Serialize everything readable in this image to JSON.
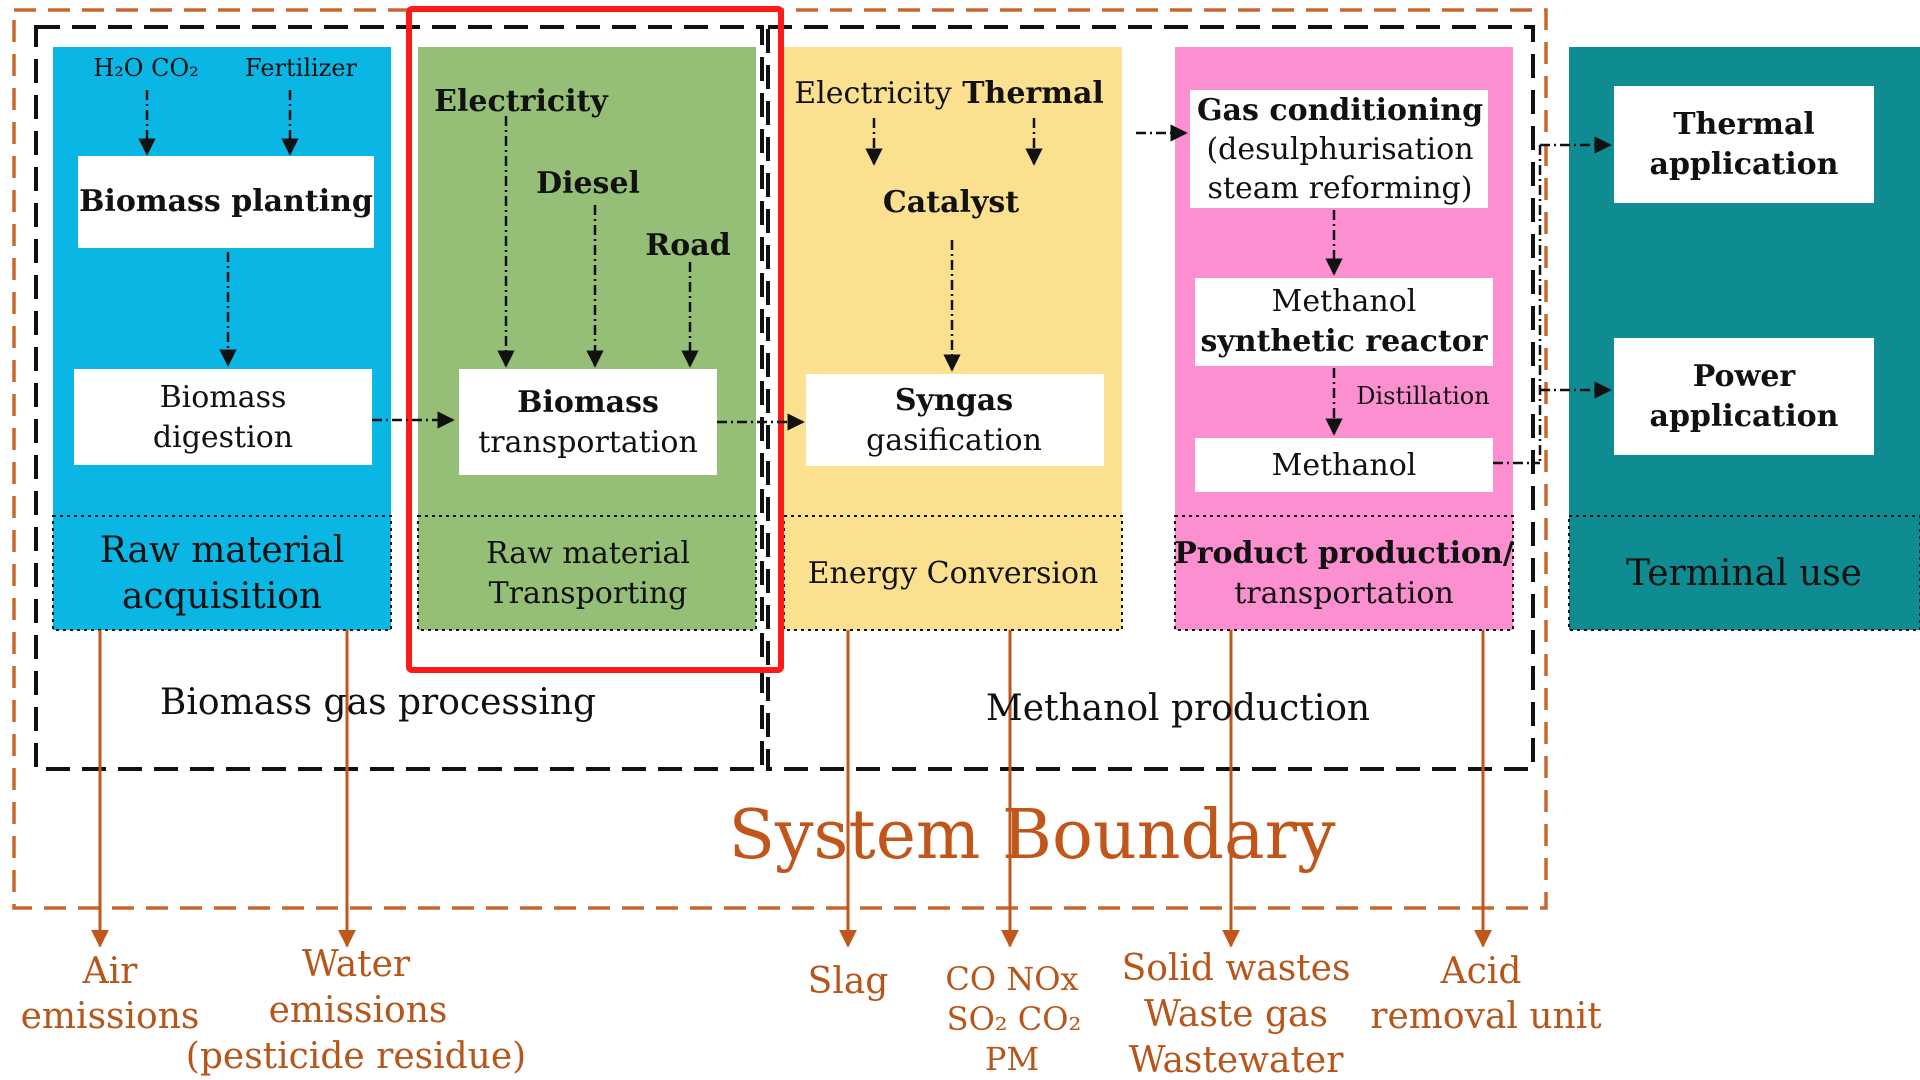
{
  "colors": {
    "raw_acq": "#0ab7e4",
    "transport": "#95bf76",
    "energy": "#fbe08f",
    "product": "#fb8fcf",
    "terminal": "#0e8c91",
    "boundary": "#c8682e",
    "output_text": "#b7561a",
    "highlight": "#ff1a1a"
  },
  "inputs": {
    "h2o_co2": "H₂O CO₂",
    "fertilizer": "Fertilizer",
    "electricity_transport": "Electricity",
    "diesel": "Diesel",
    "road": "Road",
    "electricity_energy": "Electricity",
    "thermal": "Thermal",
    "catalyst": "Catalyst",
    "distillation": "Distillation"
  },
  "boxes": {
    "biomass_planting": "Biomass planting",
    "biomass_digestion": [
      "Biomass",
      "digestion"
    ],
    "biomass_transportation": [
      "Biomass",
      "transportation"
    ],
    "syngas_gasification": [
      "Syngas",
      "gasification"
    ],
    "gas_conditioning": [
      "Gas conditioning",
      "(desulphurisation",
      "steam reforming)"
    ],
    "methanol_reactor": [
      "Methanol",
      "synthetic reactor"
    ],
    "methanol": "Methanol",
    "thermal_application": [
      "Thermal",
      "application"
    ],
    "power_application": [
      "Power",
      "application"
    ]
  },
  "stages": {
    "raw_acquisition": [
      "Raw material",
      "acquisition"
    ],
    "raw_transporting": [
      "Raw material",
      "Transporting"
    ],
    "energy_conversion": "Energy Conversion",
    "product_production": [
      "Product production/",
      "transportation"
    ],
    "terminal_use": "Terminal use"
  },
  "groups": {
    "biomass_gas_processing": "Biomass gas processing",
    "methanol_production": "Methanol production"
  },
  "system_boundary": "System Boundary",
  "outputs": {
    "air_emissions": [
      "Air",
      "emissions"
    ],
    "water_emissions": [
      "Water",
      "emissions",
      "(pesticide residue)"
    ],
    "slag": "Slag",
    "gas_emissions": [
      "CO NOx",
      "SO₂ CO₂",
      "PM"
    ],
    "solid_wastes": [
      "Solid wastes",
      "Waste gas",
      "Wastewater"
    ],
    "acid_removal": [
      "Acid",
      "removal unit"
    ]
  }
}
